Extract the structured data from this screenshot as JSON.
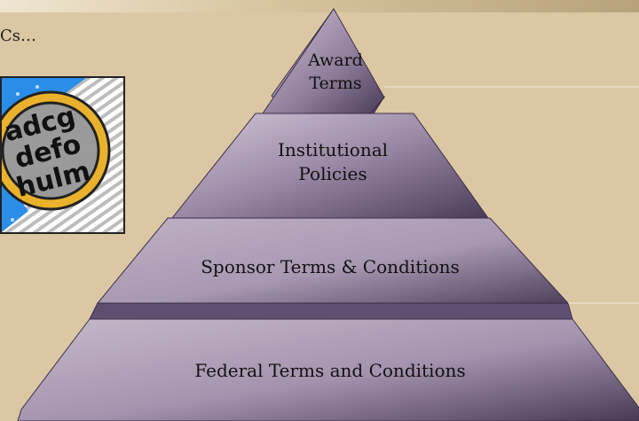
{
  "slide": {
    "title": "Cs…",
    "clipart_letters": [
      "adcg",
      "defo",
      "hulm"
    ],
    "accent_color": "#2a8de8"
  },
  "pyramid": {
    "tiers": [
      {
        "label": "Award\nTerms"
      },
      {
        "label": "Institutional\nPolicies"
      },
      {
        "label": "Sponsor Terms & Conditions"
      },
      {
        "label": "Federal Terms and Conditions"
      }
    ],
    "colors": {
      "face_light": "#c2b4c6",
      "face_dark": "#4a3c57",
      "band": "#5e4f70"
    }
  }
}
